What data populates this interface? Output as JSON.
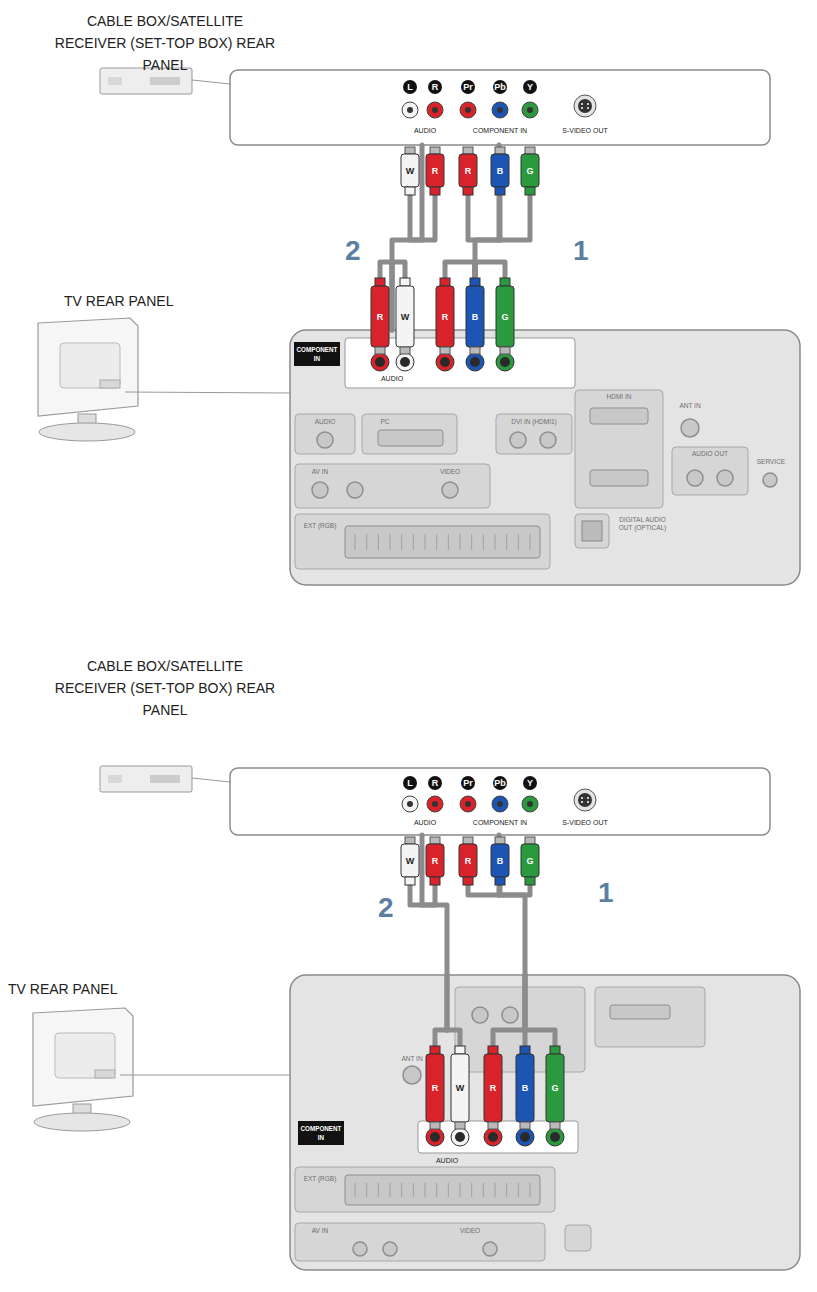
{
  "diagram": {
    "nodes": [
      {
        "text": [
          "L",
          "R",
          "Pr",
          "Pb",
          "Y",
          "AUDIO",
          "COMPONENT IN",
          "S-VIDEO OUT"
        ]
      },
      {
        "text": [
          "COMPONENT IN",
          "AUDIO",
          "AUDIO",
          "PC",
          "DVI IN (HDMI1)",
          "HDMI IN",
          "ANT IN",
          "AUDIO OUT",
          "SERVICE",
          "AV IN",
          "VIDEO",
          "EXT (RGB)",
          "DIGITAL AUDIO OUT (OPTICAL)"
        ]
      },
      {
        "text": [
          "L",
          "R",
          "Pr",
          "Pb",
          "Y",
          "AUDIO",
          "COMPONENT IN",
          "S-VIDEO OUT"
        ]
      },
      {
        "text": [
          "COMPONENT IN",
          "AUDIO",
          "ANT IN",
          "EXT (RGB)",
          "AV IN",
          "VIDEO"
        ]
      }
    ],
    "edges": [
      {
        "from": 0,
        "to": 1,
        "label": "2",
        "arrow": "none"
      },
      {
        "from": 0,
        "to": 1,
        "label": "1",
        "arrow": "none"
      },
      {
        "from": 2,
        "to": 3,
        "label": "2",
        "arrow": "none"
      },
      {
        "from": 2,
        "to": 3,
        "label": "1",
        "arrow": "none"
      }
    ],
    "labels": [
      "CABLE BOX/SATELLITE RECEIVER (SET-TOP BOX) REAR PANEL",
      "TV REAR PANEL",
      "W",
      "R",
      "R",
      "B",
      "G",
      "R",
      "W",
      "R",
      "B",
      "G",
      "CABLE BOX/SATELLITE RECEIVER (SET-TOP BOX) REAR PANEL",
      "TV REAR PANEL",
      "W",
      "R",
      "R",
      "B",
      "G",
      "R",
      "W",
      "R",
      "B",
      "G"
    ]
  }
}
